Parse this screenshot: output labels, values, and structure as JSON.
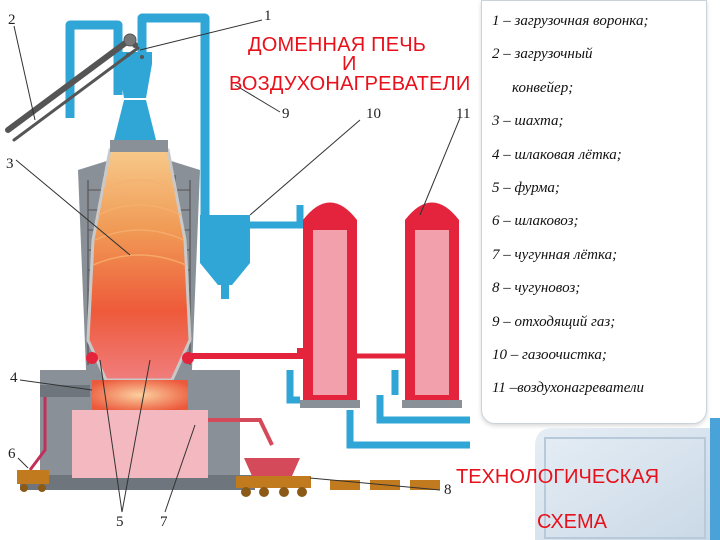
{
  "title": {
    "line1": "ДОМЕННАЯ ПЕЧЬ",
    "line2": "И",
    "line3": "ВОЗДУХОНАГРЕВАТЕЛИ"
  },
  "callouts": [
    "1",
    "2",
    "3",
    "4",
    "5",
    "6",
    "7",
    "8",
    "9",
    "10",
    "11"
  ],
  "legend": [
    "1 – загрузочная воронка;",
    "2 – загрузочный",
    "конвейер;",
    "3 – шахта;",
    "4 – шлаковая лётка;",
    "5 – фурма;",
    "6 – шлаковоз;",
    "7 – чугунная лётка;",
    "8 – чугуновоз;",
    "9 – отходящий газ;",
    "10 – газоочистка;",
    "11 –воздухонагреватели"
  ],
  "footer": {
    "line1": "ТЕХНОЛОГИЧЕСКАЯ",
    "line2": "СХЕМА"
  },
  "colors": {
    "pipe": "#2fa6d6",
    "brick": "#8a9097",
    "heater_body": "#e3243c",
    "heater_core": "#f2a0ac",
    "title_red": "#e8101a"
  }
}
